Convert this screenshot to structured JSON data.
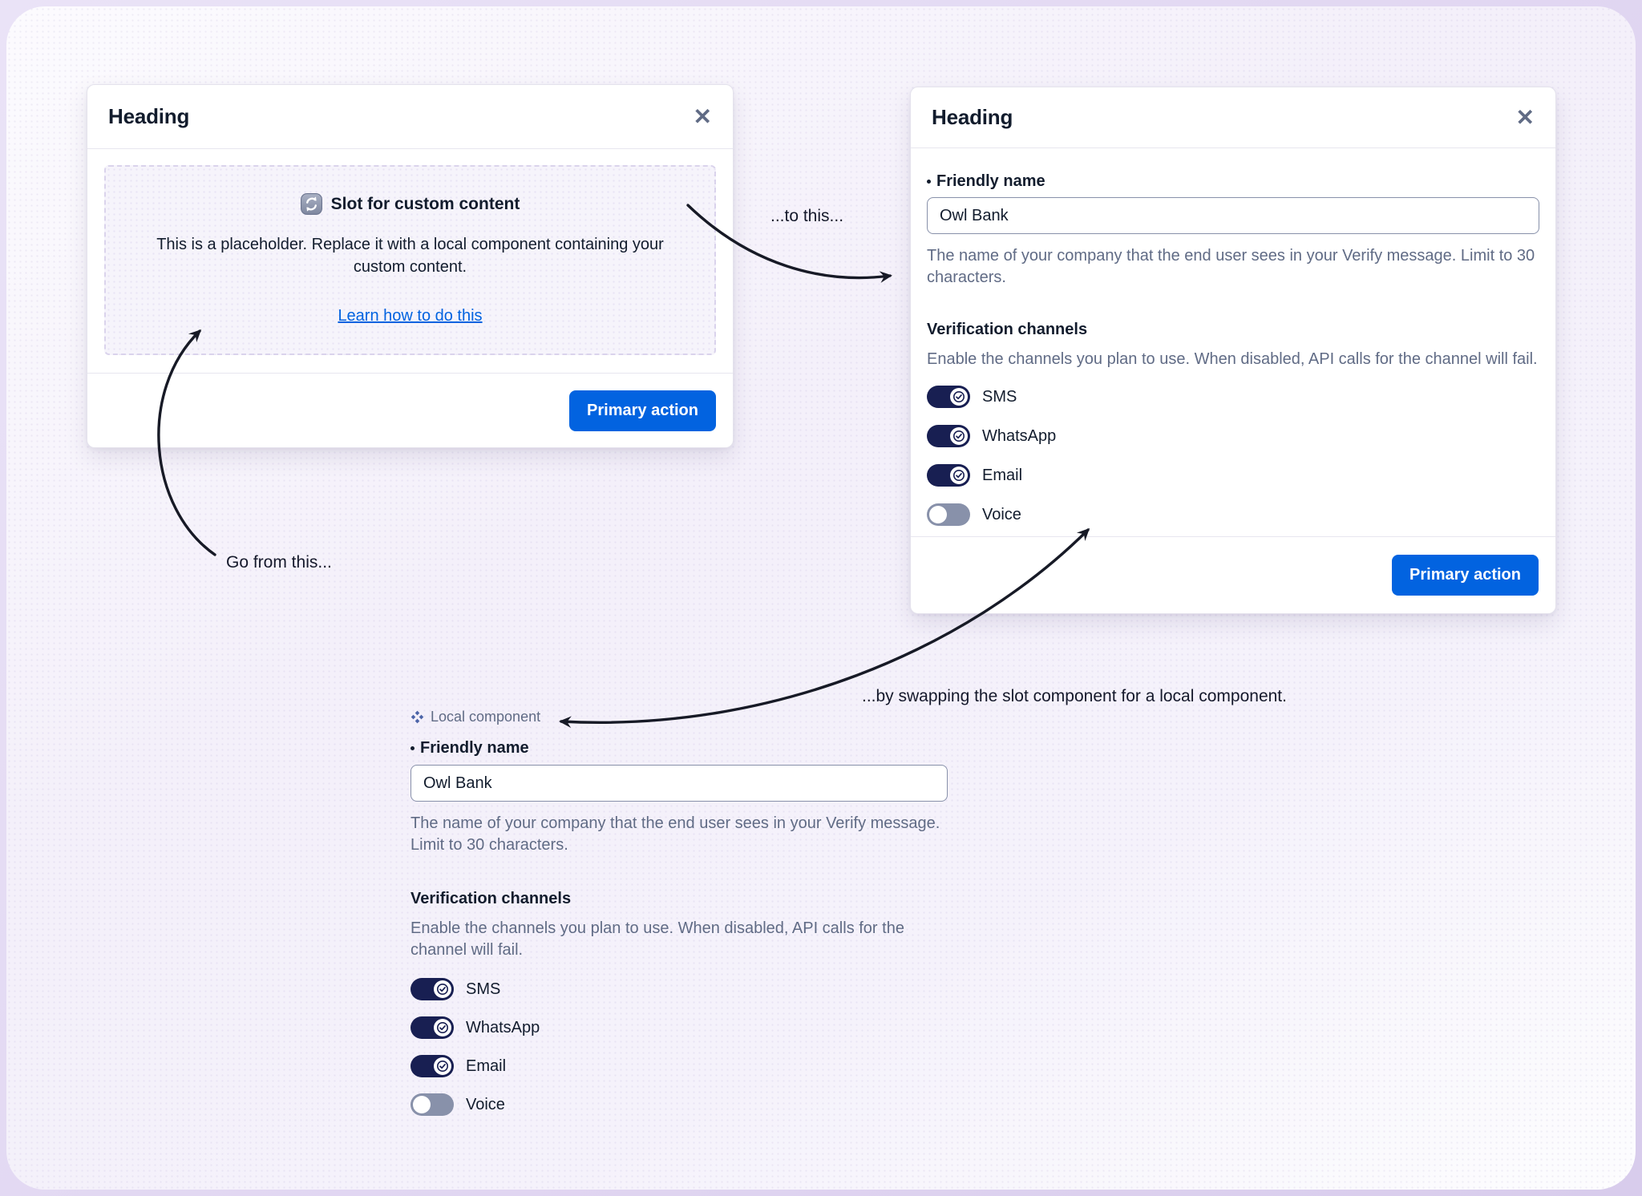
{
  "annotations": {
    "to_this": "...to this...",
    "go_from_this": "Go from this...",
    "by_swapping": "...by swapping the slot component for a local component."
  },
  "slot_modal": {
    "heading": "Heading",
    "slot_title": "Slot for custom content",
    "slot_description": "This is a placeholder. Replace it with a local component containing your custom content.",
    "slot_link": "Learn how to do this",
    "primary_action": "Primary action"
  },
  "form_modal": {
    "heading": "Heading",
    "primary_action": "Primary action"
  },
  "local_component": {
    "badge": "Local component"
  },
  "verify_form": {
    "friendly_name": {
      "label": "Friendly name",
      "required": true,
      "value": "Owl Bank",
      "help": "The name of your company that the end user sees in your Verify message. Limit to 30 characters."
    },
    "verification_channels": {
      "label": "Verification channels",
      "help": "Enable the channels you plan to use. When disabled, API calls for the channel will fail."
    },
    "channels": [
      {
        "label": "SMS",
        "enabled": true
      },
      {
        "label": "WhatsApp",
        "enabled": true
      },
      {
        "label": "Email",
        "enabled": true
      },
      {
        "label": "Voice",
        "enabled": false
      }
    ]
  },
  "icons": {
    "close": "✕",
    "slot": "swap-icon",
    "local_component": "diamond-cluster-icon",
    "toggle_on": "check-circle-icon"
  },
  "colors": {
    "primary_blue": "#0263E0",
    "link_blue": "#0263E0",
    "toggle_on": "#181F52",
    "toggle_off": "#8891AA",
    "text": "#121C2D",
    "text_weak": "#606B85"
  }
}
